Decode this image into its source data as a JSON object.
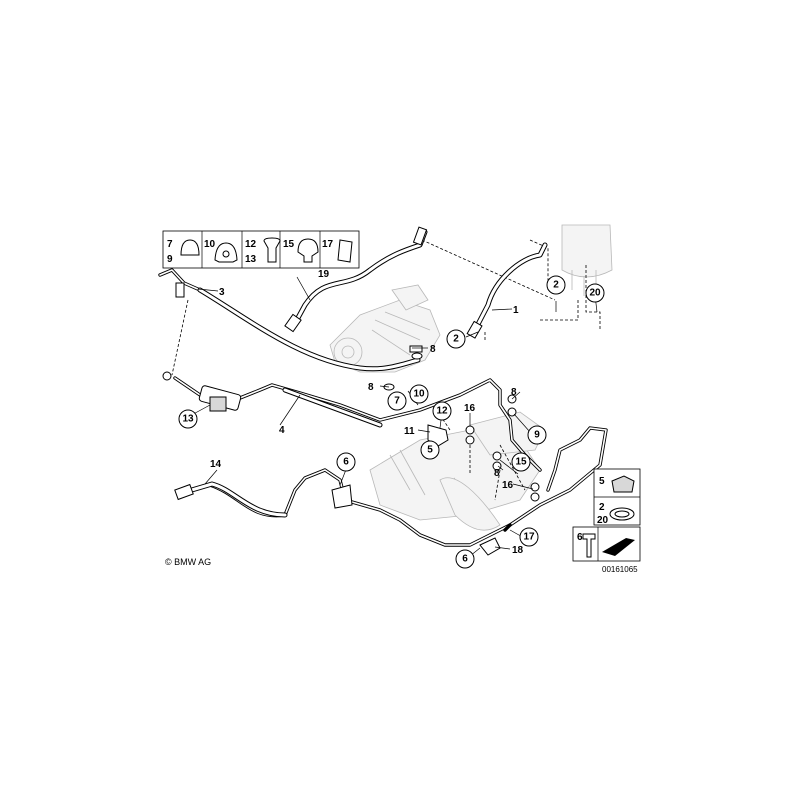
{
  "diagram": {
    "copyright": "© BMW AG",
    "reference_number": "00161065",
    "labels": {
      "p1": "1",
      "p2a": "2",
      "p2b": "2",
      "p2c": "2",
      "p3": "3",
      "p4": "4",
      "p5a": "5",
      "p5b": "5",
      "p6a": "6",
      "p6b": "6",
      "p6c": "6",
      "p7a": "7",
      "p7b": "7",
      "p8a": "8",
      "p8b": "8",
      "p8c": "8",
      "p8d": "8",
      "p9a": "9",
      "p9b": "9",
      "p10a": "10",
      "p10b": "10",
      "p11": "11",
      "p12a": "12",
      "p12b": "12",
      "p13a": "13",
      "p13b": "13",
      "p14": "14",
      "p15a": "15",
      "p15b": "15",
      "p16a": "16",
      "p16b": "16",
      "p17a": "17",
      "p17b": "17",
      "p18": "18",
      "p19": "19",
      "p20a": "20",
      "p20b": "20"
    }
  }
}
